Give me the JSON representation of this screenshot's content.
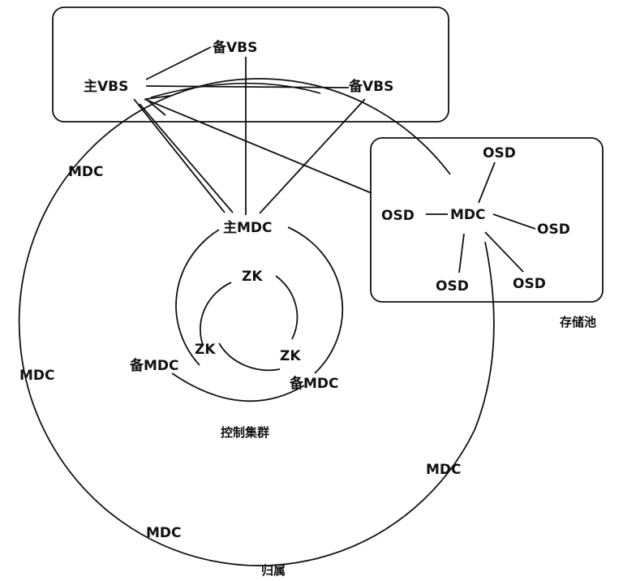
{
  "colors": {
    "line": "#111111",
    "background": "#ffffff"
  },
  "vbs_group": {
    "primary": "主VBS",
    "standby_top": "备VBS",
    "standby_right": "备VBS"
  },
  "storage_pool": {
    "caption": "存储池",
    "mdc": "MDC",
    "osd_top": "OSD",
    "osd_left": "OSD",
    "osd_right": "OSD",
    "osd_bottom_left": "OSD",
    "osd_bottom_right": "OSD"
  },
  "control_cluster": {
    "caption": "控制集群",
    "primary_mdc": "主MDC",
    "standby_mdc_left": "备MDC",
    "standby_mdc_right": "备MDC",
    "zk_top": "ZK",
    "zk_left": "ZK",
    "zk_right": "ZK"
  },
  "home_ring": {
    "caption": "归属",
    "mdc_upper_left": "MDC",
    "mdc_left": "MDC",
    "mdc_bottom": "MDC",
    "mdc_bottom_right": "MDC"
  }
}
